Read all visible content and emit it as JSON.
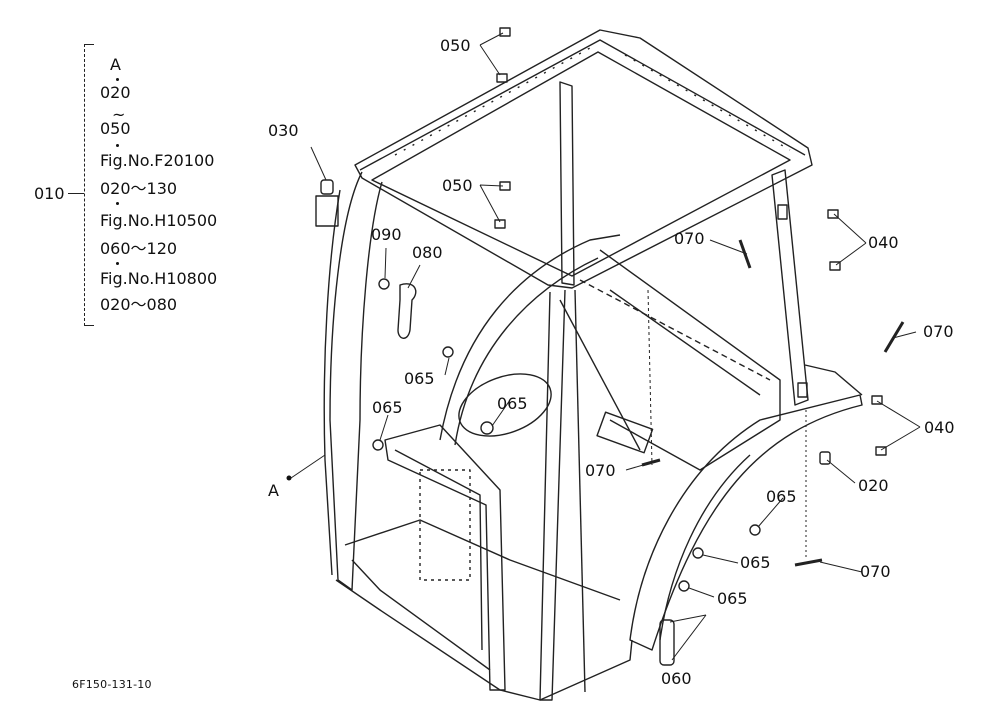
{
  "legend": {
    "group_label": "010",
    "lines": [
      {
        "id": "a",
        "text": "A"
      },
      {
        "id": "b",
        "text": "020"
      },
      {
        "id": "c",
        "text": "~"
      },
      {
        "id": "d",
        "text": "050"
      },
      {
        "id": "e",
        "text": "Fig.No.F20100"
      },
      {
        "id": "f",
        "text": "020～130"
      },
      {
        "id": "g",
        "text": "Fig.No.H10500"
      },
      {
        "id": "h",
        "text": "060～120"
      },
      {
        "id": "i",
        "text": "Fig.No.H10800"
      },
      {
        "id": "j",
        "text": "020～080"
      }
    ]
  },
  "callouts": {
    "c050_top": "050",
    "c030": "030",
    "c050_mid": "050",
    "c090": "090",
    "c080": "080",
    "c070_a": "070",
    "c040_a": "040",
    "c070_b": "070",
    "c065_a": "065",
    "c065_b": "065",
    "c065_c": "065",
    "c040_b": "040",
    "c070_c": "070",
    "c020": "020",
    "c065_d": "065",
    "c065_e": "065",
    "c070_d": "070",
    "c065_f": "065",
    "c060": "060",
    "point_a": "A"
  },
  "reference_code": "6F150-131-10"
}
